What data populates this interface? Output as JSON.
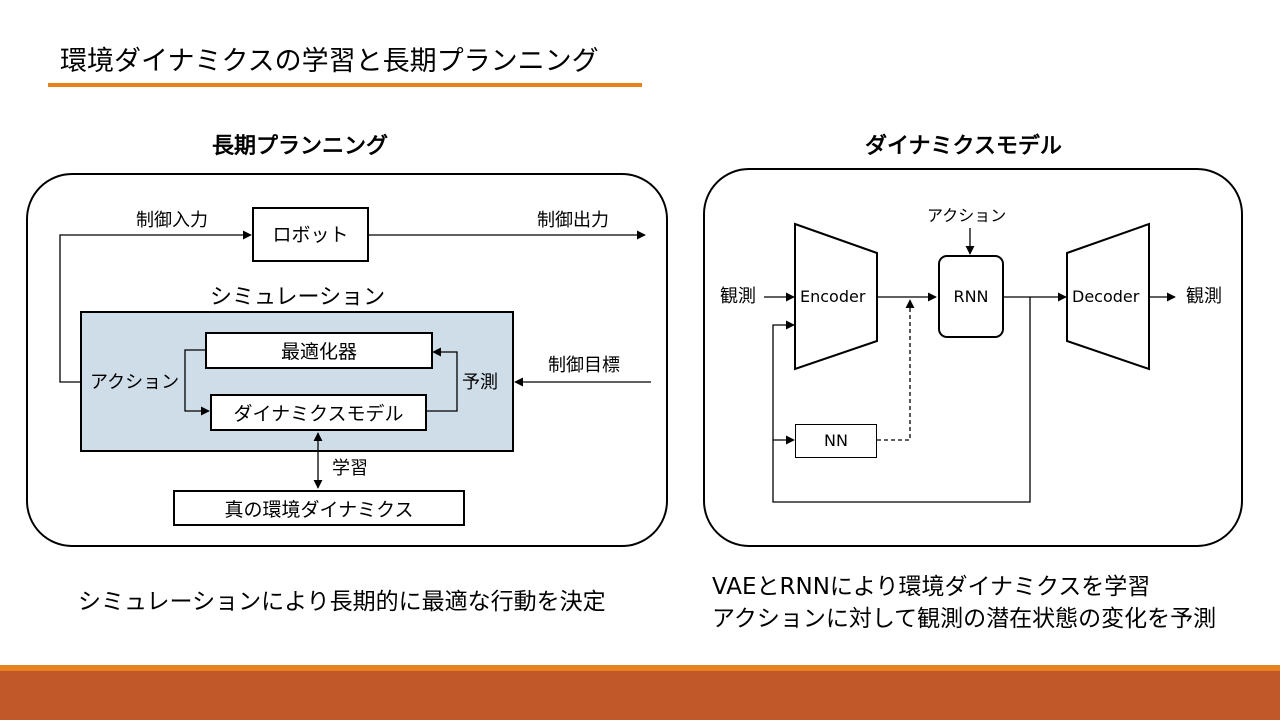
{
  "slide_title": "環境ダイナミクスの学習と長期プランニング",
  "left": {
    "heading": "長期プランニング",
    "robot": "ロボット",
    "control_input": "制御入力",
    "control_output": "制御出力",
    "simulation": "シミュレーション",
    "optimizer": "最適化器",
    "dynamics_model": "ダイナミクスモデル",
    "action": "アクション",
    "prediction": "予測",
    "control_target": "制御目標",
    "learning": "学習",
    "true_dynamics": "真の環境ダイナミクス",
    "caption": "シミュレーションにより長期的に最適な行動を決定"
  },
  "right": {
    "heading": "ダイナミクスモデル",
    "action": "アクション",
    "observe_in": "観測",
    "observe_out": "観測",
    "encoder": "Encoder",
    "rnn": "RNN",
    "decoder": "Decoder",
    "nn": "NN",
    "caption_line1": "VAEとRNNにより環境ダイナミクスを学習",
    "caption_line2": "アクションに対して観測の潜在状態の変化を予測"
  },
  "colors": {
    "accent_orange": "#e8821e",
    "footer_rust": "#c0582a",
    "simulation_fill": "#cfdde8"
  }
}
